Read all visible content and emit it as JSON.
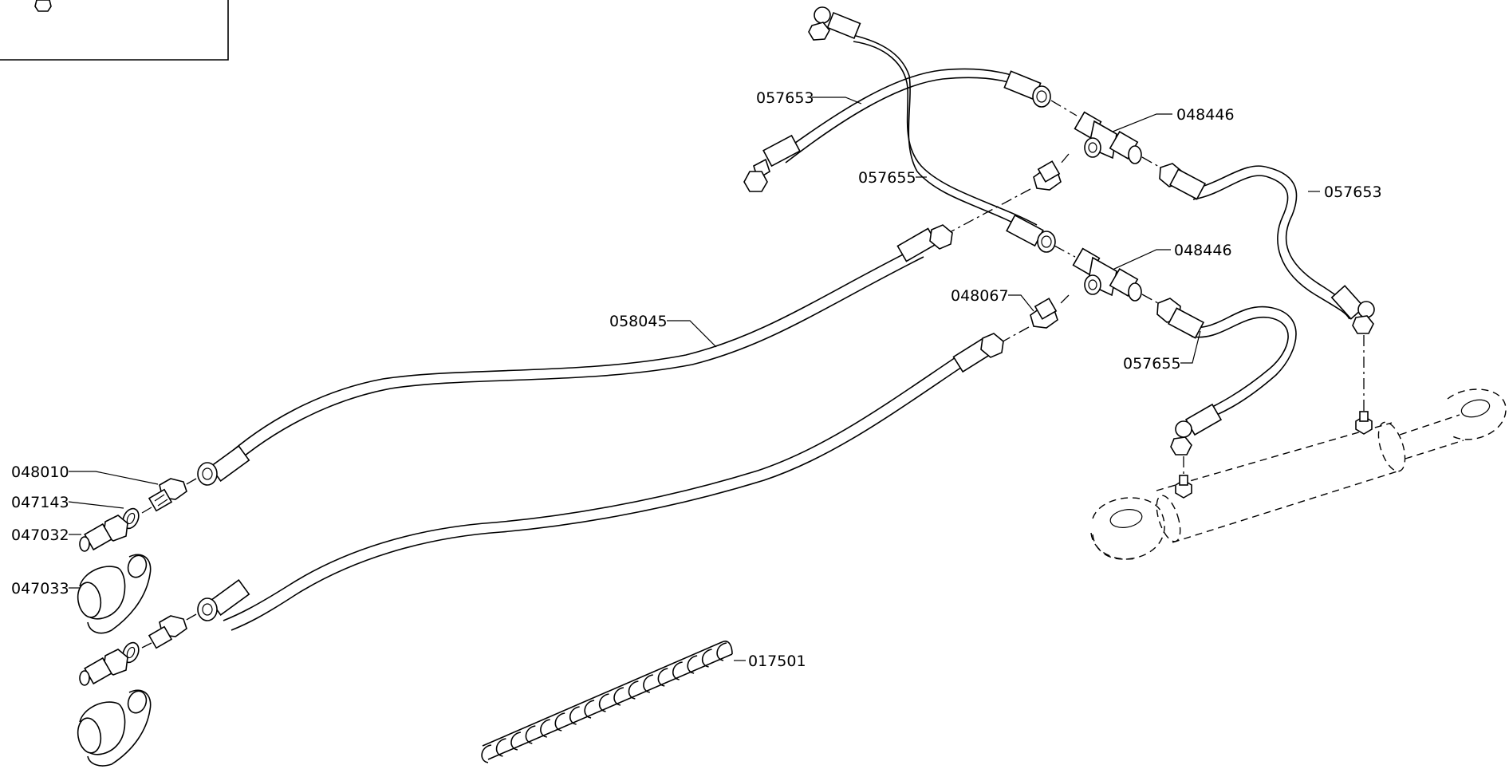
{
  "callouts": {
    "c057653a": "057653",
    "c048446a": "048446",
    "c057655a": "057655",
    "c057653b": "057653",
    "c048446b": "048446",
    "c048067": "048067",
    "c058045": "058045",
    "c057655b": "057655",
    "c048010": "048010",
    "c047143": "047143",
    "c047032": "047032",
    "c047033": "047033",
    "c017501": "017501"
  }
}
